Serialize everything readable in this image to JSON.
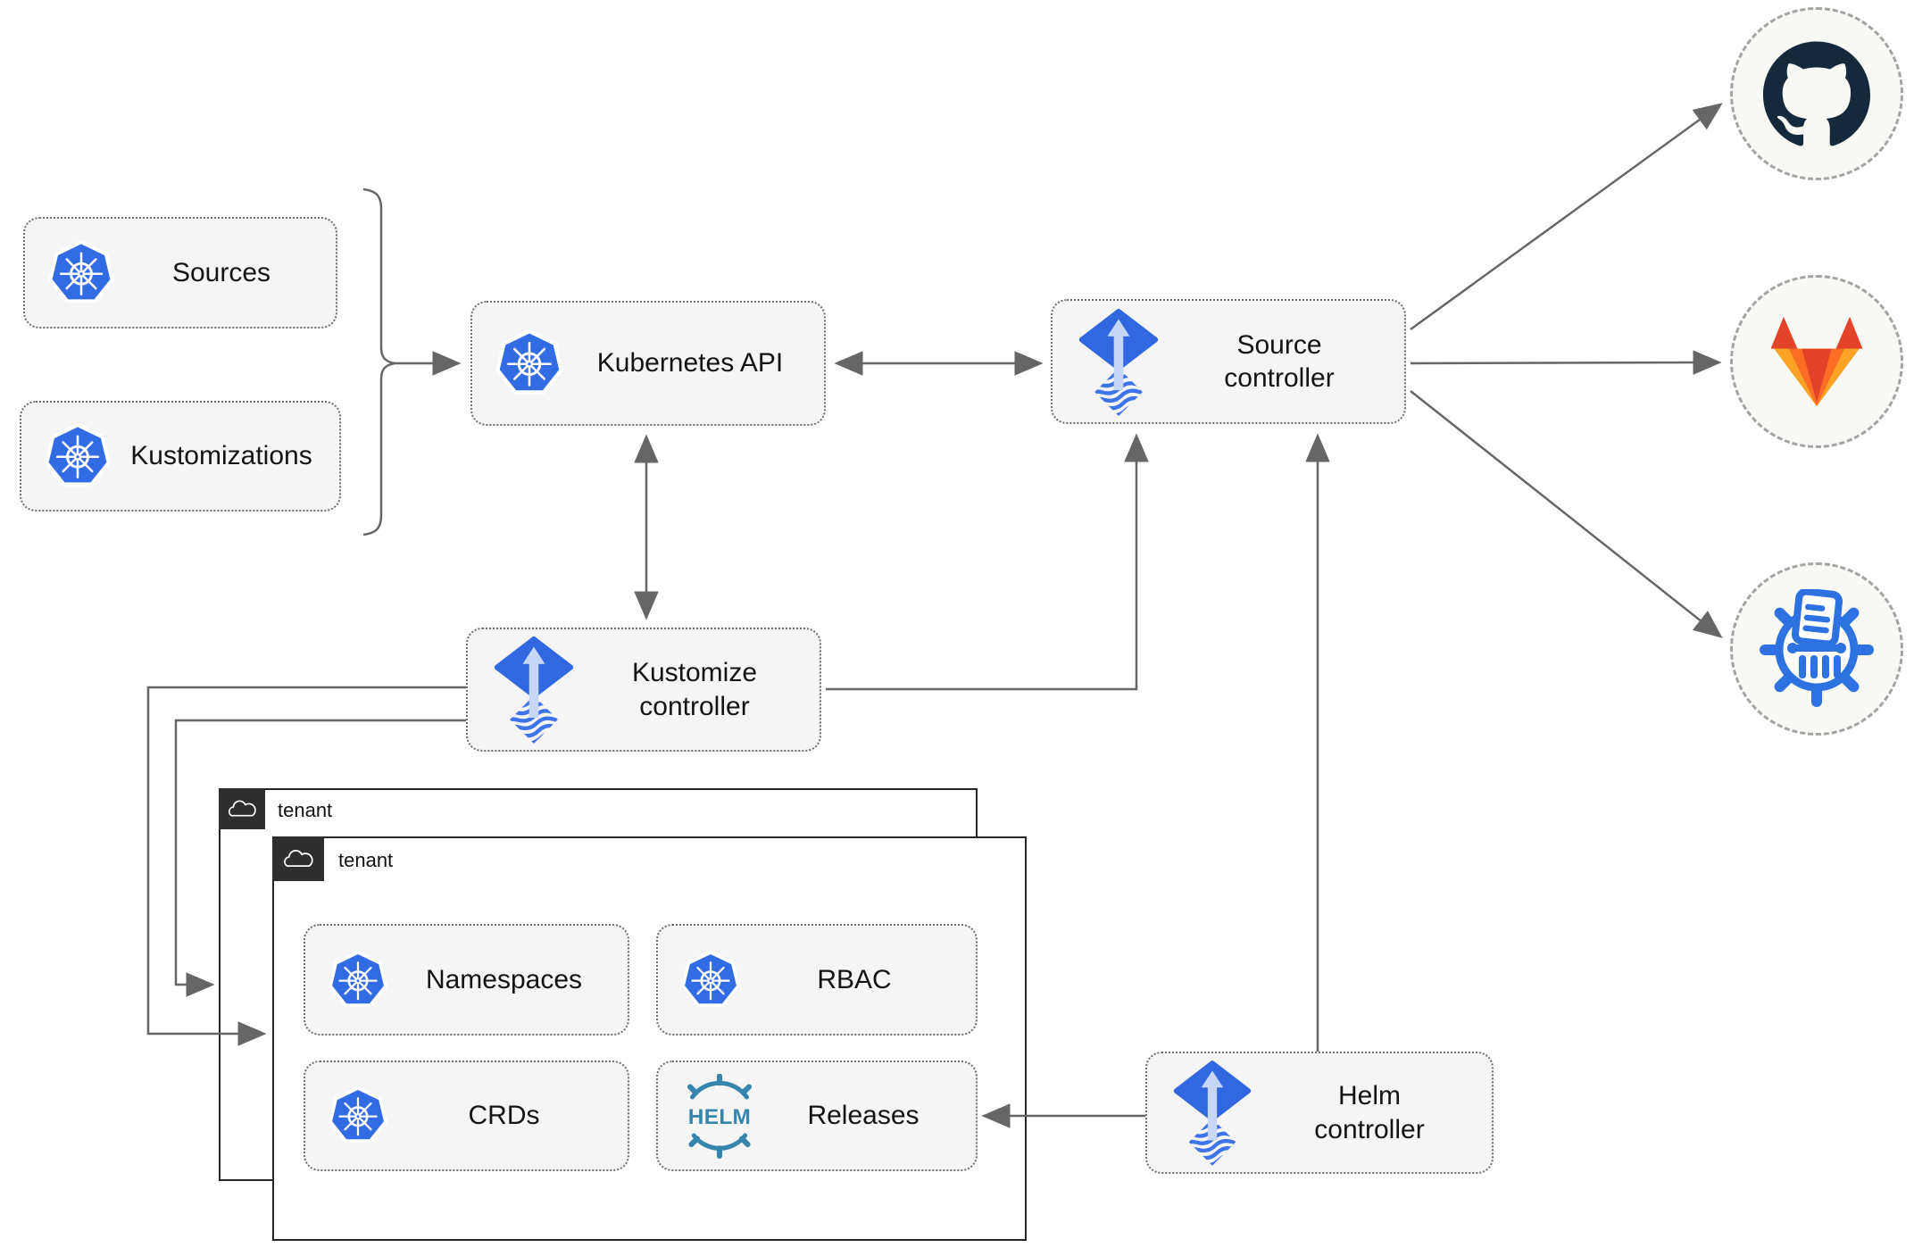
{
  "diagram": {
    "title": "Flux GitOps toolkit architecture",
    "nodes": {
      "sources": {
        "label": "Sources"
      },
      "kustomizations": {
        "label": "Kustomizations"
      },
      "kubernetes_api": {
        "label": "Kubernetes API"
      },
      "source_controller": {
        "label": "Source controller"
      },
      "kustomize_controller": {
        "label": "Kustomize controller"
      },
      "helm_controller": {
        "label": "Helm controller"
      },
      "namespaces": {
        "label": "Namespaces"
      },
      "rbac": {
        "label": "RBAC"
      },
      "crds": {
        "label": "CRDs"
      },
      "releases": {
        "label": "Releases"
      }
    },
    "groups": {
      "tenant_back": {
        "label": "tenant"
      },
      "tenant_front": {
        "label": "tenant"
      }
    },
    "external_targets": [
      {
        "name": "github",
        "icon": "github-icon"
      },
      {
        "name": "gitlab",
        "icon": "gitlab-icon"
      },
      {
        "name": "chartmuseum",
        "icon": "chartmuseum-icon"
      }
    ],
    "icons": {
      "kubernetes": "kubernetes-wheel-icon",
      "flux": "flux-arrow-diamond-icon",
      "helm": "helm-wheel-icon",
      "cloud": "cloud-icon"
    },
    "colors": {
      "kubernetes_blue": "#326ce5",
      "flux_blue": "#3168e1",
      "helm_teal": "#3585ac",
      "github_dark": "#15293c",
      "gitlab_orange": "#e24329",
      "gitlab_mid_orange": "#fc6d26",
      "gitlab_light_orange": "#fca326",
      "chartmuseum_blue": "#2d72e0",
      "connector_gray": "#666666",
      "node_fill": "#f5f5f5"
    }
  }
}
